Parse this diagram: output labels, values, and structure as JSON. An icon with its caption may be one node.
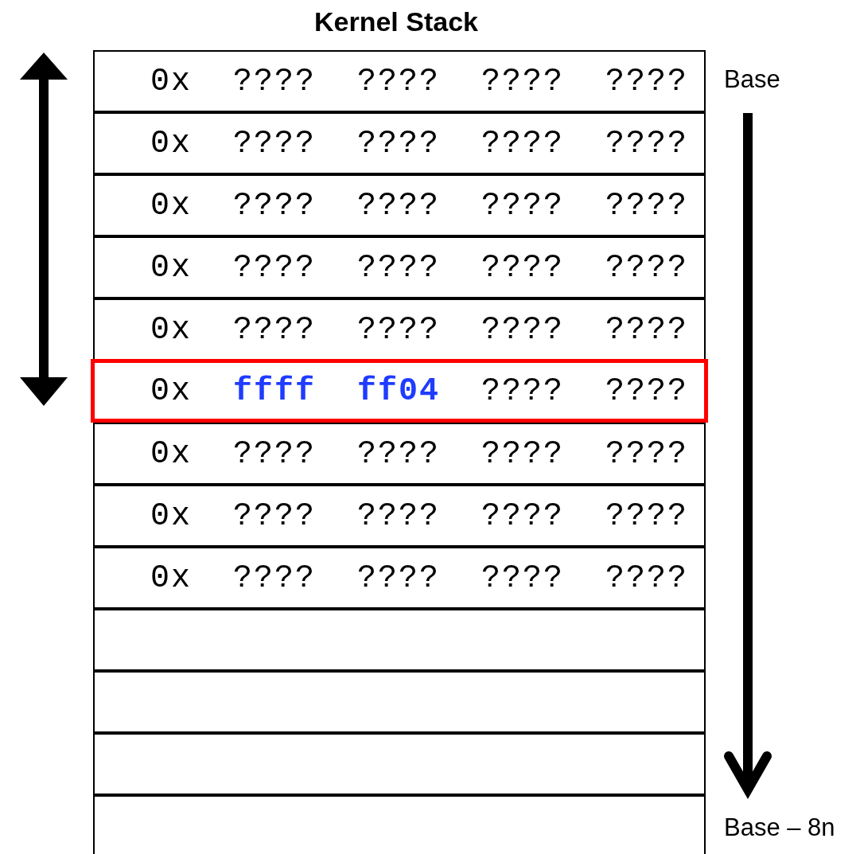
{
  "diagram": {
    "title": "Kernel Stack",
    "nodes": [
      {
        "text": [
          "0x ???? ???? ???? ????"
        ]
      },
      {
        "text": [
          "0x ???? ???? ???? ????"
        ]
      },
      {
        "text": [
          "0x ???? ???? ???? ????"
        ]
      },
      {
        "text": [
          "0x ???? ???? ???? ????"
        ]
      },
      {
        "text": [
          "0x ???? ???? ???? ????"
        ]
      },
      {
        "text": [
          "0x **ffff ff04** ???? ????"
        ]
      },
      {
        "text": [
          "0x ???? ???? ???? ????"
        ]
      },
      {
        "text": [
          "0x ???? ???? ???? ????"
        ]
      },
      {
        "text": [
          "0x ???? ???? ???? ????"
        ]
      },
      {
        "text": [],
        "shape": "box"
      },
      {
        "text": [],
        "shape": "box"
      },
      {
        "text": [],
        "shape": "box"
      },
      {
        "text": [],
        "shape": "box"
      }
    ],
    "labels": [
      "Base",
      "Base – 8n"
    ]
  }
}
